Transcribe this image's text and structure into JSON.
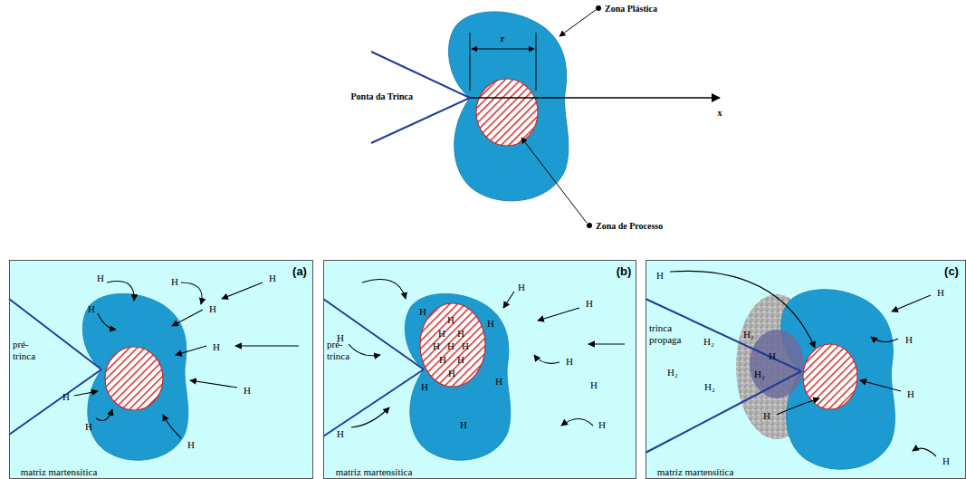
{
  "diagram": {
    "nodes": [
      {
        "text": [
          "(a)",
          "pré- trinca",
          "matriz martensítica",
          "H",
          "H",
          "H",
          "H",
          "H",
          "H",
          "H",
          "H",
          "H",
          "H"
        ]
      },
      {
        "text": [
          "(b)",
          "pré- trinca",
          "matriz martensítica",
          "H",
          "H",
          "H",
          "H",
          "H",
          "H",
          "H",
          "H",
          "H",
          "H",
          "H",
          "H",
          "H",
          "H",
          "H",
          "H",
          "H",
          "H",
          "H",
          "H",
          "H"
        ]
      },
      {
        "text": [
          "(c)",
          "trinca propaga",
          "matriz martensítica",
          "H₂",
          "H₂",
          "H₂",
          "H₂",
          "H₂",
          "H",
          "H",
          "H",
          "H",
          "H",
          "H",
          "H"
        ]
      }
    ],
    "labels": [
      "Zona Plástica",
      "Ponta da Trinca",
      "r",
      "x",
      "Zona de Processo"
    ]
  }
}
